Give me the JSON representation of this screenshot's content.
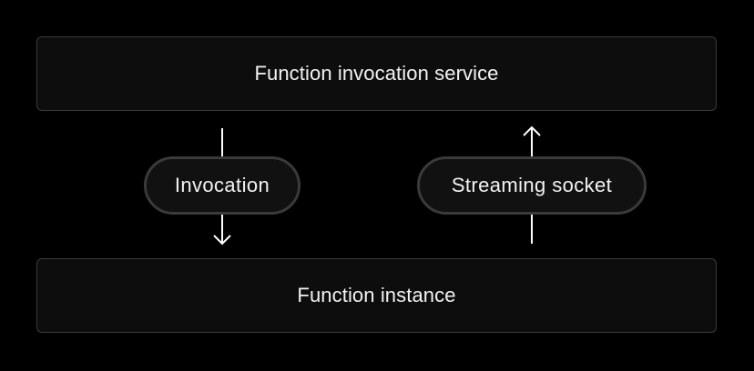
{
  "diagram": {
    "top_box": {
      "label": "Function invocation service"
    },
    "bottom_box": {
      "label": "Function instance"
    },
    "left_connector": {
      "label": "Invocation",
      "direction": "down"
    },
    "right_connector": {
      "label": "Streaming socket",
      "direction": "up"
    }
  },
  "colors": {
    "background": "#000000",
    "box_fill": "#0d0d0d",
    "box_border": "#3a3a3a",
    "text": "#f2f2f2",
    "line": "#ffffff"
  }
}
